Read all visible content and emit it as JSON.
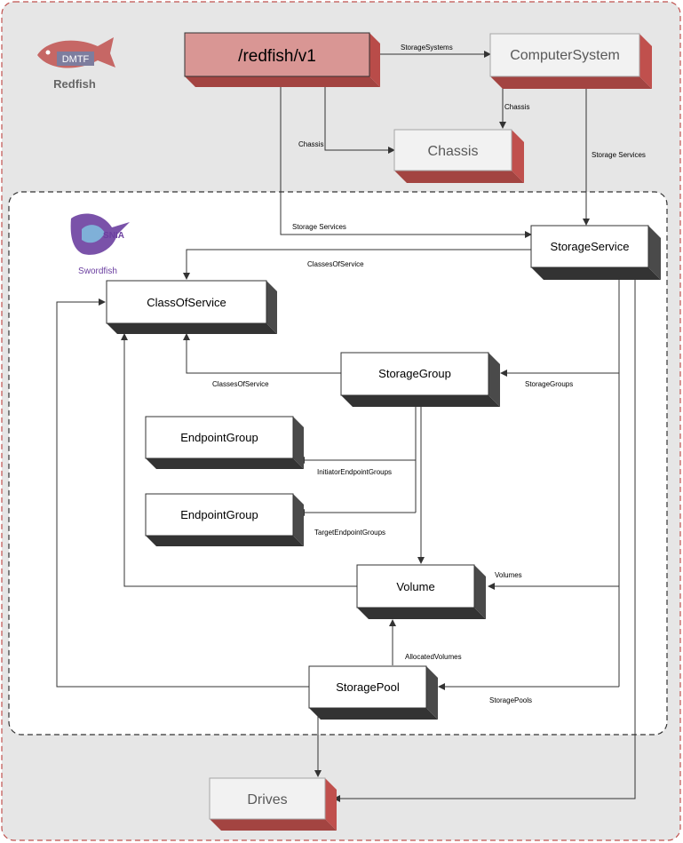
{
  "logos": {
    "redfish": {
      "badge": "DMTF",
      "name": "Redfish"
    },
    "swordfish": {
      "badge": "SNIA",
      "name": "Swordfish"
    }
  },
  "nodes": {
    "redfish_root": "/redfish/v1",
    "computer_system": "ComputerSystem",
    "chassis": "Chassis",
    "storage_service": "StorageService",
    "class_of_service": "ClassOfService",
    "storage_group": "StorageGroup",
    "endpoint_group_initiator": "EndpointGroup",
    "endpoint_group_target": "EndpointGroup",
    "volume": "Volume",
    "storage_pool": "StoragePool",
    "drives": "Drives"
  },
  "edges": {
    "storage_systems": "StorageSystems",
    "chassis_from_computer_system": "Chassis",
    "chassis_from_root": "Chassis",
    "storage_services_from_computer_system": "Storage Services",
    "storage_services_from_root": "Storage Services",
    "classes_of_service_from_storage_service": "ClassesOfService",
    "classes_of_service_from_storage_group": "ClassesOfService",
    "storage_groups": "StorageGroups",
    "initiator_endpoint_groups": "InitiatorEndpointGroups",
    "target_endpoint_groups": "TargetEndpointGroups",
    "volumes": "Volumes",
    "allocated_volumes": "AllocatedVolumes",
    "storage_pools": "StoragePools"
  },
  "colors": {
    "outer_background": "#e6e6e6",
    "outer_border": "#c0504d",
    "inner_background": "#ffffff",
    "inner_border": "#333333",
    "redfish_node_fill": "#d99694",
    "redfish_node_shadow": "#c0504d",
    "gray_node_fill": "#f2f2f2",
    "gray_node_border": "#a6a6a6",
    "gray_node_text": "#595959",
    "swordfish_node_fill": "#ffffff",
    "swordfish_node_shadow": "#4a4a4a",
    "swordfish_logo": "#6b3fa0",
    "redfish_logo": "#c0504d",
    "connector": "#333333"
  }
}
